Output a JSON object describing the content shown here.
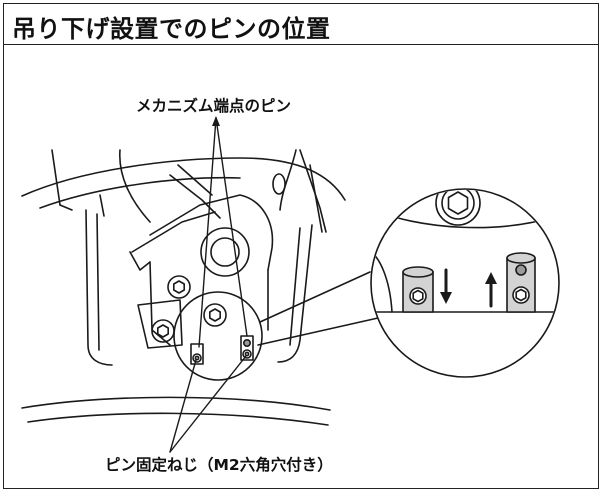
{
  "title": "吊り下げ設置でのピンの位置",
  "labels": {
    "mechanism_end_pin": "メカニズム端点のピン",
    "pin_fixing_screw": "ピン固定ねじ（M2六角穴付き）"
  },
  "colors": {
    "line": "#1a1a1a",
    "pin_fill": "#d3d3d3",
    "pin_dot": "#9a9a9a"
  },
  "icons": [
    "hex-socket-icon",
    "arrow-down-icon",
    "arrow-up-icon"
  ]
}
